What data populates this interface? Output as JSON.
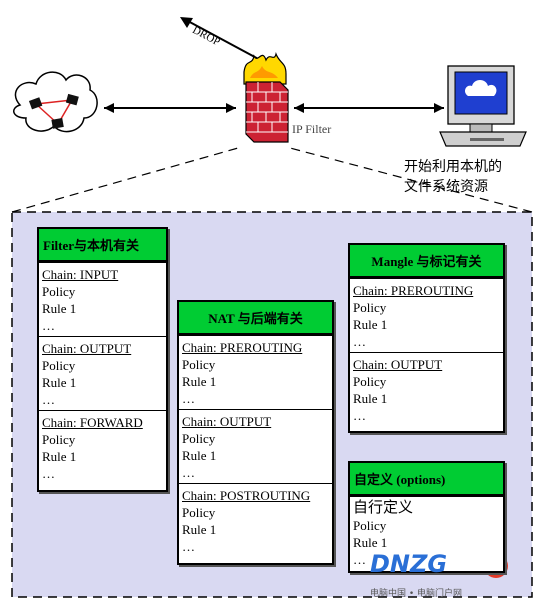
{
  "top": {
    "drop_label": "DROP",
    "firewall_label": "IP Filter",
    "computer_caption_line1": "开始利用本机的",
    "computer_caption_line2": "文件系统资源"
  },
  "tables": [
    {
      "title": "Filter与本机有关",
      "chains": [
        {
          "name": "Chain: INPUT",
          "lines": [
            "Policy",
            "Rule 1",
            "…"
          ]
        },
        {
          "name": "Chain: OUTPUT",
          "lines": [
            "Policy",
            "Rule 1",
            "…"
          ]
        },
        {
          "name": "Chain: FORWARD",
          "lines": [
            "Policy",
            "Rule 1",
            "…"
          ]
        }
      ]
    },
    {
      "title": "NAT 与后端有关",
      "chains": [
        {
          "name": "Chain: PREROUTING",
          "lines": [
            "Policy",
            "Rule 1",
            "…"
          ]
        },
        {
          "name": "Chain: OUTPUT",
          "lines": [
            "Policy",
            "Rule 1",
            "…"
          ]
        },
        {
          "name": "Chain: POSTROUTING",
          "lines": [
            "Policy",
            "Rule 1",
            "…"
          ]
        }
      ]
    },
    {
      "title": "Mangle 与标记有关",
      "chains": [
        {
          "name": "Chain: PREROUTING",
          "lines": [
            "Policy",
            "Rule 1",
            "…"
          ]
        },
        {
          "name": "Chain: OUTPUT",
          "lines": [
            "Policy",
            "Rule 1",
            "…"
          ]
        }
      ]
    },
    {
      "title": "自定义 (options)",
      "chains": [
        {
          "name": "自行定义",
          "lines": [
            "Policy",
            "Rule 1",
            "…"
          ]
        }
      ]
    }
  ],
  "watermark": {
    "brand": "DNZG",
    "suffix": ".cn",
    "tagline": "电脑中国 • 电脑门户网"
  },
  "colors": {
    "header_green": "#00cc33",
    "panel_fill": "#d9d9f2",
    "fire_yellow": "#ffd800",
    "brick_red": "#cc2233",
    "screen_blue": "#1f3fd0",
    "watermark_blue": "#2a6fd6",
    "watermark_red": "#e23b2a"
  }
}
